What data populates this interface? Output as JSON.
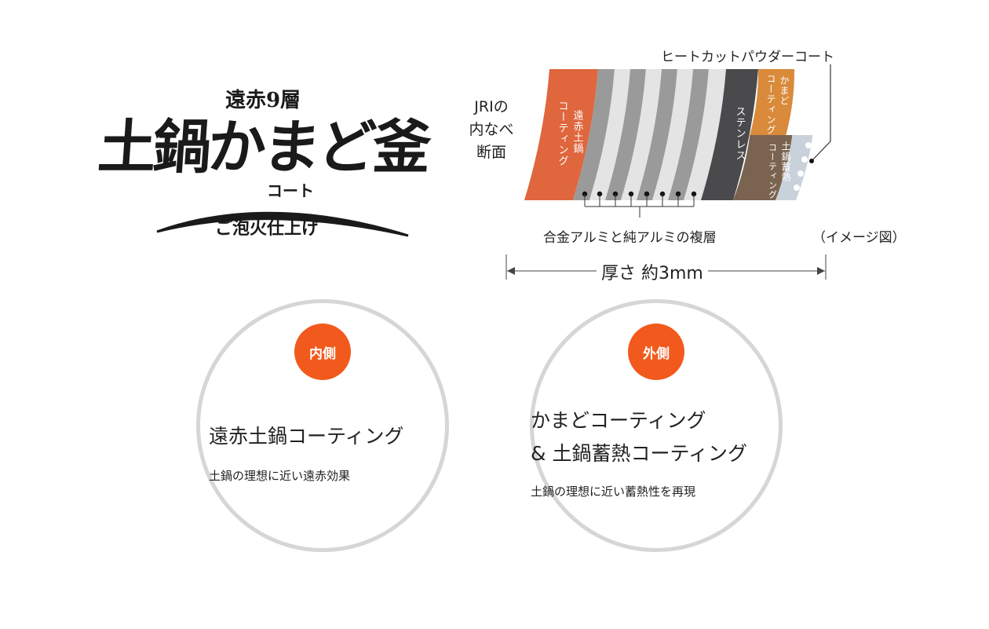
{
  "logo": {
    "top": "遠赤9層",
    "main": "土鍋かまど釜",
    "coat": "コート",
    "sub": "ご泡火仕上げ"
  },
  "diagram": {
    "section_label": [
      "JRIの",
      "内なべ",
      "断面"
    ],
    "heat_cut_label": "ヒートカットパウダーコート",
    "bands": {
      "far_infrared": "遠赤土鍋コーティング",
      "stainless": "ステンレス",
      "kamado": "かまどコーティング",
      "donabe_heat": "土鍋蓄熱コーティング"
    },
    "alloy_label": "合金アルミと純アルミの複層",
    "image_note": "（イメージ図）",
    "thickness_label": "厚さ 約3mm",
    "colors": {
      "orange": "#e0663e",
      "gray": "#9a9a9a",
      "light": "#e4e4e4",
      "dark": "#4a4a4c",
      "kamado": "#d98a3a",
      "brown": "#7a6450"
    }
  },
  "inner": {
    "badge": "内側",
    "title": "遠赤土鍋コーティング",
    "desc": "土鍋の理想に近い遠赤効果"
  },
  "outer": {
    "badge": "外側",
    "title_line1": "かまどコーティング",
    "title_line2": "& 土鍋蓄熱コーティング",
    "desc": "土鍋の理想に近い蓄熱性を再現"
  },
  "accent_color": "#f15a1c"
}
